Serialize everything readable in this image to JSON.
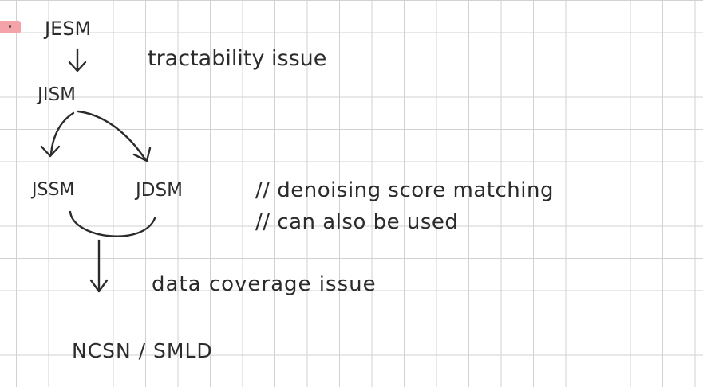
{
  "notes": {
    "lines": [
      {
        "key": "jesm",
        "text": "JESM"
      },
      {
        "key": "tract",
        "text": "tractability issue"
      },
      {
        "key": "jism",
        "text": "JISM"
      },
      {
        "key": "jssm",
        "text": "JSSM"
      },
      {
        "key": "jdsm",
        "text": "JDSM"
      },
      {
        "key": "comment1",
        "text": "// denoising score matching"
      },
      {
        "key": "comment2",
        "text": "// can also be used"
      },
      {
        "key": "coverage",
        "text": "data coverage issue"
      },
      {
        "key": "ncsn",
        "text": "NCSN / SMLD"
      }
    ]
  },
  "colors": {
    "ink": "#2b2b2b",
    "grid": "#d2d2d2",
    "marker": "#f4a3a8"
  }
}
